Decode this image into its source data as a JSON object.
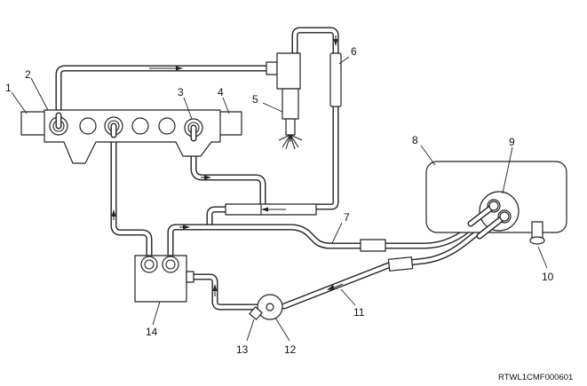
{
  "callouts": [
    {
      "id": "1",
      "label": "1"
    },
    {
      "id": "2",
      "label": "2"
    },
    {
      "id": "3",
      "label": "3"
    },
    {
      "id": "4",
      "label": "4"
    },
    {
      "id": "5",
      "label": "5"
    },
    {
      "id": "6",
      "label": "6"
    },
    {
      "id": "7",
      "label": "7"
    },
    {
      "id": "8",
      "label": "8"
    },
    {
      "id": "9",
      "label": "9"
    },
    {
      "id": "10",
      "label": "10"
    },
    {
      "id": "11",
      "label": "11"
    },
    {
      "id": "12",
      "label": "12"
    },
    {
      "id": "13",
      "label": "13"
    },
    {
      "id": "14",
      "label": "14"
    }
  ],
  "figure_code": "RTWL1CMF000601"
}
